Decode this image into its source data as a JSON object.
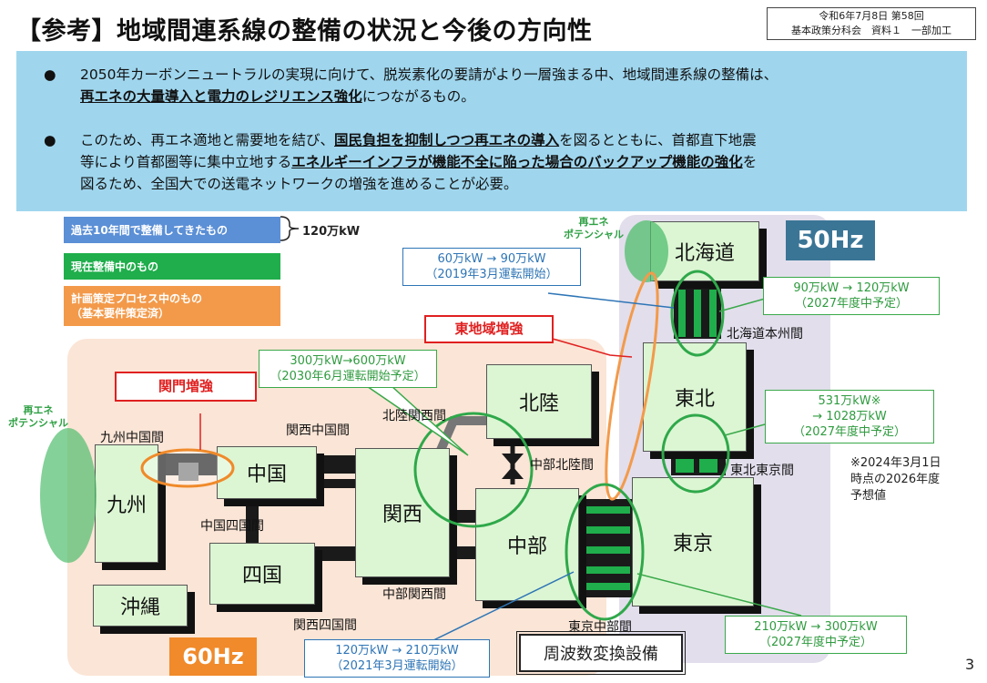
{
  "title": "【参考】地域間連系線の整備の状況と今後の方向性",
  "meta": {
    "line1": "令和6年7月8日 第58回",
    "line2": "基本政策分科会　資料１　一部加工"
  },
  "bullets": {
    "b1_part1": "2050年カーボンニュートラルの実現に向けて、脱炭素化の要請がより一層強まる中、地域間連系線の整備は、",
    "b1_em": "再エネの大量導入と電力のレジリエンス強化",
    "b1_part2": "につながるもの。",
    "b2_part1": "このため、再エネ適地と需要地を結び、",
    "b2_em1": "国民負担を抑制しつつ再エネの導入",
    "b2_part2": "を図るとともに、首都直下地震",
    "b2_part3": "等により首都圏等に集中立地する",
    "b2_em2": "エネルギーインフラが機能不全に陥った場合のバックアップ機能の強化",
    "b2_part4": "を",
    "b2_part5": "図るため、全国大での送電ネットワークの増強を進めることが必要。"
  },
  "legend": {
    "past": "過去10年間で整備してきたもの",
    "past_total": "120万kW",
    "current": "現在整備中のもの",
    "planned_1": "計画策定プロセス中のもの",
    "planned_2": "（基本要件策定済）"
  },
  "regions": {
    "hokkaido": "北海道",
    "tohoku": "東北",
    "tokyo": "東京",
    "hokuriku": "北陸",
    "chubu": "中部",
    "kansai": "関西",
    "chugoku": "中国",
    "shikoku": "四国",
    "kyushu": "九州",
    "okinawa": "沖縄"
  },
  "hz": {
    "east": "50Hz",
    "west": "60Hz"
  },
  "links": {
    "hokkaido_honshu": "北海道本州間",
    "tohoku_tokyo": "東北東京間",
    "tokyo_chubu": "東京中部間",
    "chubu_hokuriku": "中部北陸間",
    "hokuriku_kansai": "北陸関西間",
    "kansai_chugoku": "関西中国間",
    "kyushu_chugoku": "九州中国間",
    "chugoku_shikoku": "中国四国間",
    "chubu_kansai": "中部関西間",
    "kansai_shikoku": "関西四国間"
  },
  "renewable": {
    "line1": "再エネ",
    "line2": "ポテンシャル"
  },
  "callouts": {
    "c1_a": "60万kW → 90万kW",
    "c1_b": "（2019年3月運転開始）",
    "c2_a": "90万kW → 120万kW",
    "c2_b": "（2027年度中予定）",
    "c3_a": "300万kW→600万kW",
    "c3_b": "（2030年6月運転開始予定）",
    "c4_a": "531万kW※",
    "c4_b": "→ 1028万kW",
    "c4_c": "（2027年度中予定）",
    "c5_a": "120万kW → 210万kW",
    "c5_b": "（2021年3月運転開始）",
    "c6_a": "210万kW → 300万kW",
    "c6_b": "（2027年度中予定）"
  },
  "east_reinforce": "東地域増強",
  "kanmon": "関門増強",
  "note": {
    "l1": "※2024年3月1日",
    "l2": "時点の2026年度",
    "l3": "予想値"
  },
  "fc_label": "周波数変換設備",
  "page_number": "3",
  "colors": {
    "past": "#5b8fd6",
    "current": "#1fae4b",
    "planned": "#f39a4a",
    "intro_bg": "#9fd6ee"
  }
}
